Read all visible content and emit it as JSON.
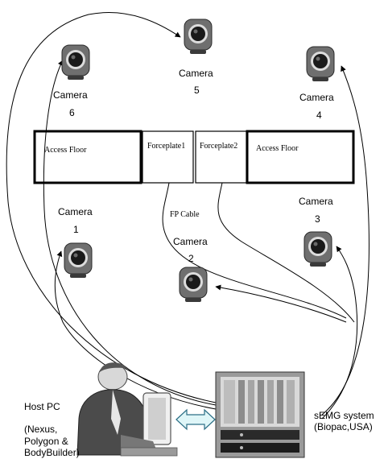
{
  "cameras": [
    {
      "id": "1",
      "label": "Camera",
      "number": "1"
    },
    {
      "id": "2",
      "label": "Camera",
      "number": "2"
    },
    {
      "id": "3",
      "label": "Camera",
      "number": "3"
    },
    {
      "id": "4",
      "label": "Camera",
      "number": "4"
    },
    {
      "id": "5",
      "label": "Camera",
      "number": "5"
    },
    {
      "id": "6",
      "label": "Camera",
      "number": "6"
    }
  ],
  "floor": {
    "access_left": "Access Floor",
    "forceplate1": "Forceplate1",
    "forceplate2": "Forceplate2",
    "access_right": "Access Floor"
  },
  "fp_cable": "FP Cable",
  "host_pc": {
    "title": "Host PC",
    "line1": "(Nexus,",
    "line2": "Polygon &",
    "line3": "BodyBuilder)"
  },
  "semg": {
    "line1": "sEMG system",
    "line2": "(Biopac,USA)"
  },
  "colors": {
    "line": "#000000",
    "double_arrow_fill": "#dff6f8",
    "double_arrow_stroke": "#2c6f86",
    "camera_body": "#6f6f6f",
    "camera_lens": "#1a1a1a"
  }
}
